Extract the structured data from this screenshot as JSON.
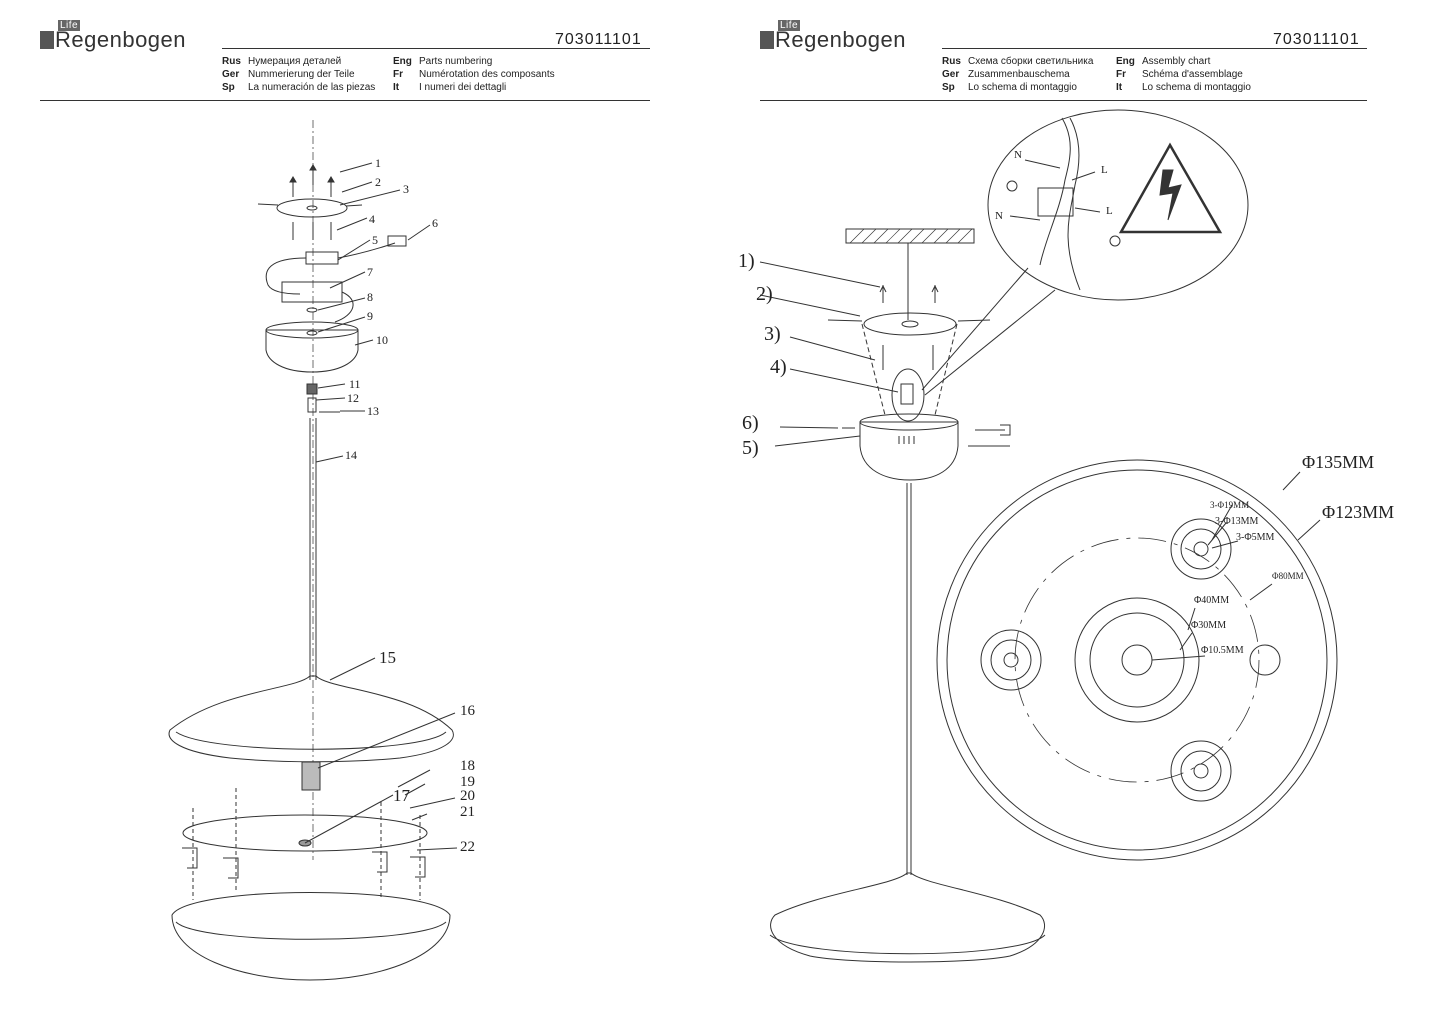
{
  "brand": {
    "name": "Regenbogen",
    "badge": "Life"
  },
  "article_number": "703011101",
  "left_page": {
    "headers": [
      {
        "code": "Rus",
        "text": "Нумерация деталей"
      },
      {
        "code": "Eng",
        "text": "Parts numbering"
      },
      {
        "code": "Ger",
        "text": "Nummerierung der Teile"
      },
      {
        "code": "Fr",
        "text": "Numérotation des composants"
      },
      {
        "code": "Sp",
        "text": "La numeración de las piezas"
      },
      {
        "code": "It",
        "text": "I numeri dei dettagli"
      }
    ],
    "part_numbers": [
      "1",
      "2",
      "3",
      "4",
      "5",
      "6",
      "7",
      "8",
      "9",
      "10",
      "11",
      "12",
      "13",
      "14",
      "15",
      "16",
      "17",
      "18",
      "19",
      "20",
      "21",
      "22"
    ]
  },
  "right_page": {
    "headers": [
      {
        "code": "Rus",
        "text": "Схема сборки светильника"
      },
      {
        "code": "Eng",
        "text": "Assembly chart"
      },
      {
        "code": "Ger",
        "text": "Zusammenbauschema"
      },
      {
        "code": "Fr",
        "text": "Schéma d'assemblage"
      },
      {
        "code": "Sp",
        "text": "Lo schema di montaggio"
      },
      {
        "code": "It",
        "text": "Lo schema di montaggio"
      }
    ],
    "steps": [
      "1)",
      "2)",
      "3)",
      "4)",
      "5)",
      "6)"
    ],
    "wiring_labels": {
      "n1": "N",
      "l1": "L",
      "n2": "N",
      "l2": "L"
    },
    "dimensions": {
      "outer": "Φ135MM",
      "inner": "Φ123MM",
      "d19": "3-Φ19MM",
      "d13": "3-Φ13MM",
      "d5": "3-Φ5MM",
      "d80": "Φ80MM",
      "d40": "Φ40MM",
      "d30": "Φ30MM",
      "d105": "Φ10.5MM"
    }
  }
}
